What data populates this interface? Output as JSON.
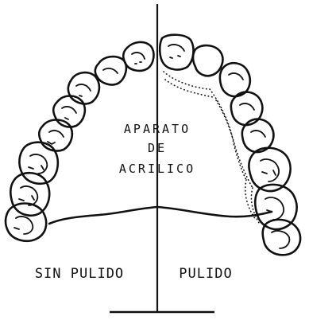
{
  "appliance_label": [
    "APARATO",
    "DE",
    "ACRILICO"
  ],
  "left_label": "SIN PULIDO",
  "right_label": "PULIDO",
  "colors": {
    "line": "#111111",
    "background": "#ffffff"
  }
}
